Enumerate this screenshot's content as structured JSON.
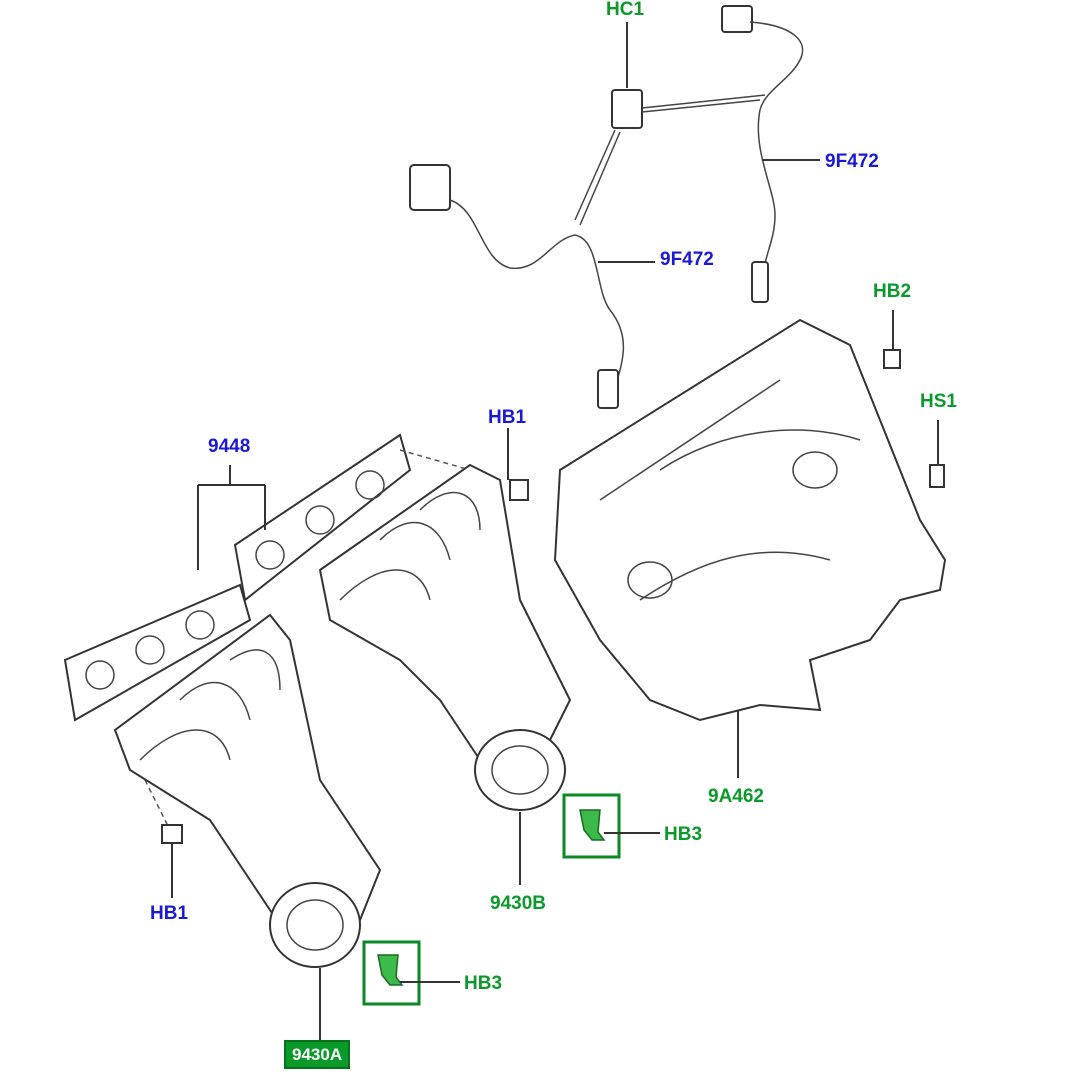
{
  "labels": {
    "hc1": "HC1",
    "sensor_right": "9F472",
    "sensor_left": "9F472",
    "hb2": "HB2",
    "hs1": "HS1",
    "hb1_top": "HB1",
    "gasket": "9448",
    "hb1_bottom": "HB1",
    "heat_shield": "9A462",
    "hb3_right": "HB3",
    "manifold_right": "9430B",
    "hb3_left": "HB3",
    "manifold_left": "9430A"
  },
  "colors": {
    "blue_label": "#1a1ad6",
    "green_label": "#0a9a2a",
    "highlight": "#0a9a2a"
  }
}
